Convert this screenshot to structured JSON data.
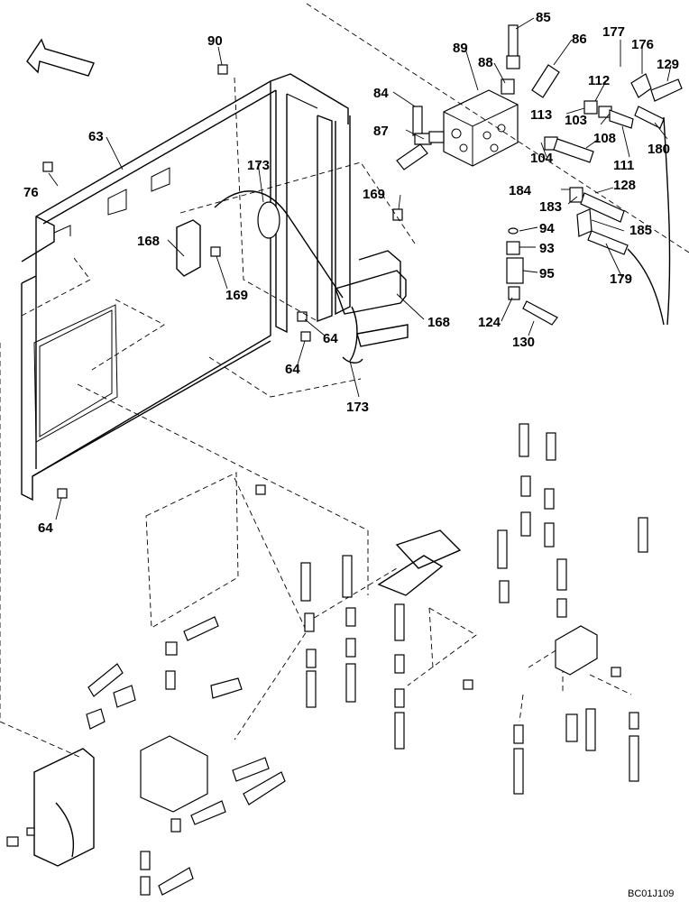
{
  "callouts": [
    {
      "id": "c85",
      "label": "85"
    },
    {
      "id": "c86",
      "label": "86"
    },
    {
      "id": "c177",
      "label": "177"
    },
    {
      "id": "c176",
      "label": "176"
    },
    {
      "id": "c129",
      "label": "129"
    },
    {
      "id": "c89",
      "label": "89"
    },
    {
      "id": "c88",
      "label": "88"
    },
    {
      "id": "c90",
      "label": "90"
    },
    {
      "id": "c84",
      "label": "84"
    },
    {
      "id": "c112",
      "label": "112"
    },
    {
      "id": "c113",
      "label": "113"
    },
    {
      "id": "c103",
      "label": "103"
    },
    {
      "id": "c87",
      "label": "87"
    },
    {
      "id": "c108",
      "label": "108"
    },
    {
      "id": "c180",
      "label": "180"
    },
    {
      "id": "c104",
      "label": "104"
    },
    {
      "id": "c111",
      "label": "111"
    },
    {
      "id": "c63",
      "label": "63"
    },
    {
      "id": "c173a",
      "label": "173"
    },
    {
      "id": "c76",
      "label": "76"
    },
    {
      "id": "c169a",
      "label": "169"
    },
    {
      "id": "c184",
      "label": "184"
    },
    {
      "id": "c128",
      "label": "128"
    },
    {
      "id": "c183",
      "label": "183"
    },
    {
      "id": "c94",
      "label": "94"
    },
    {
      "id": "c185",
      "label": "185"
    },
    {
      "id": "c168a",
      "label": "168"
    },
    {
      "id": "c93",
      "label": "93"
    },
    {
      "id": "c95",
      "label": "95"
    },
    {
      "id": "c179",
      "label": "179"
    },
    {
      "id": "c169b",
      "label": "169"
    },
    {
      "id": "c168b",
      "label": "168"
    },
    {
      "id": "c124",
      "label": "124"
    },
    {
      "id": "c64a",
      "label": "64"
    },
    {
      "id": "c130",
      "label": "130"
    },
    {
      "id": "c64b",
      "label": "64"
    },
    {
      "id": "c173b",
      "label": "173"
    },
    {
      "id": "c64c",
      "label": "64"
    }
  ],
  "drawing_code": "BC01J109",
  "icons": {
    "direction": "direction-arrow-icon"
  }
}
